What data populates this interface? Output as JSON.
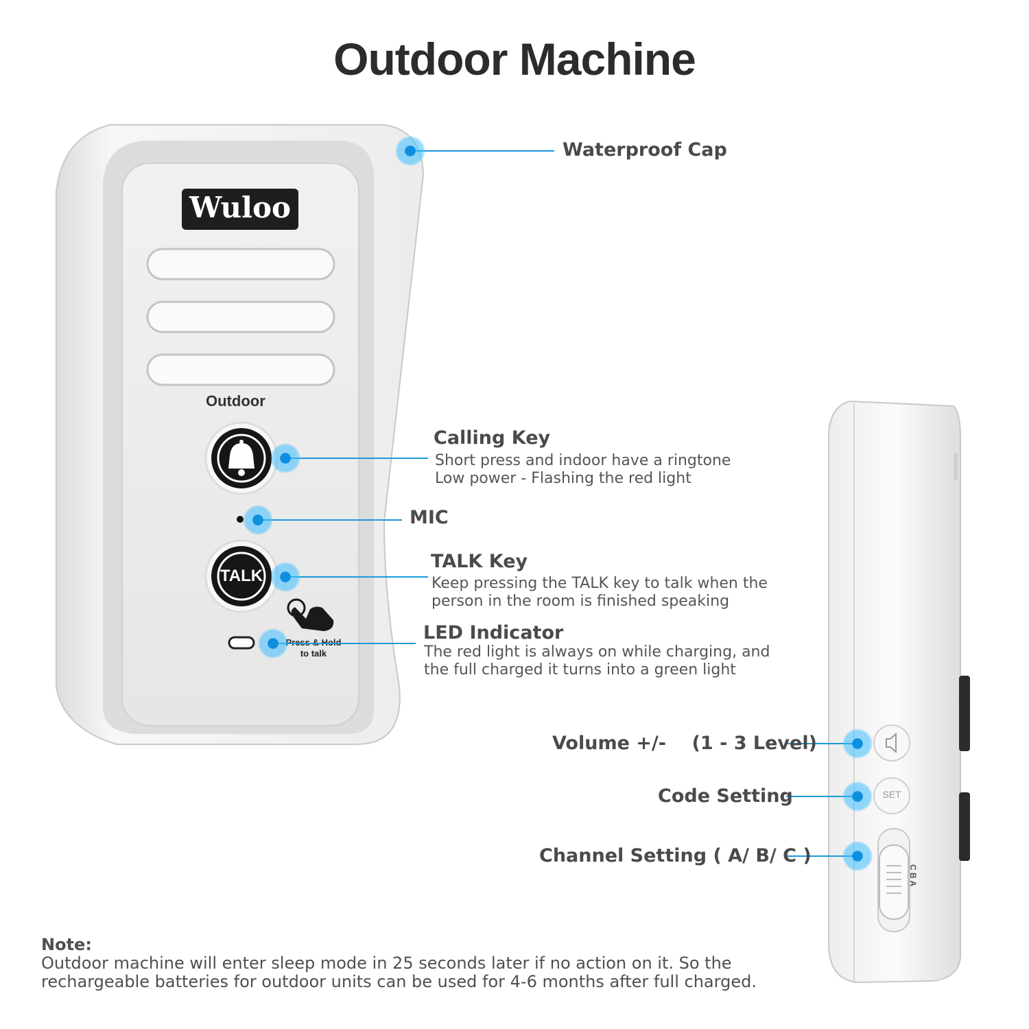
{
  "title": "Outdoor Machine",
  "device": {
    "brand": "Wuloo",
    "label": "Outdoor",
    "talk_button": "TALK",
    "hint_line1": "Press & Hold",
    "hint_line2": "to talk",
    "side_set_button": "SET",
    "side_channel_letters": "C B A"
  },
  "callouts": {
    "waterproof_cap": {
      "heading": "Waterproof Cap"
    },
    "calling_key": {
      "heading": "Calling Key",
      "line1": "Short press and indoor have a ringtone",
      "line2": "Low power - Flashing the red light"
    },
    "mic": {
      "heading": "MIC"
    },
    "talk_key": {
      "heading": "TALK Key",
      "line1": "Keep pressing the TALK key to talk when the",
      "line2": "person in the room is finished speaking"
    },
    "led_indicator": {
      "heading": "LED Indicator",
      "line1": "The red light is always on while charging, and",
      "line2": "the full charged it turns into a green light"
    },
    "volume": {
      "heading": "Volume +/-    (1 - 3 Level)"
    },
    "code_setting": {
      "heading": "Code Setting"
    },
    "channel_setting": {
      "heading": "Channel Setting ( A/ B/ C )"
    }
  },
  "note": {
    "label": "Note:",
    "line1": "Outdoor machine will enter sleep mode in 25 seconds later if no action on it. So the",
    "line2": "rechargeable batteries for outdoor units can be used for 4-6 months after full charged."
  },
  "colors": {
    "accent": "#1a9ad8",
    "text": "#454545"
  }
}
